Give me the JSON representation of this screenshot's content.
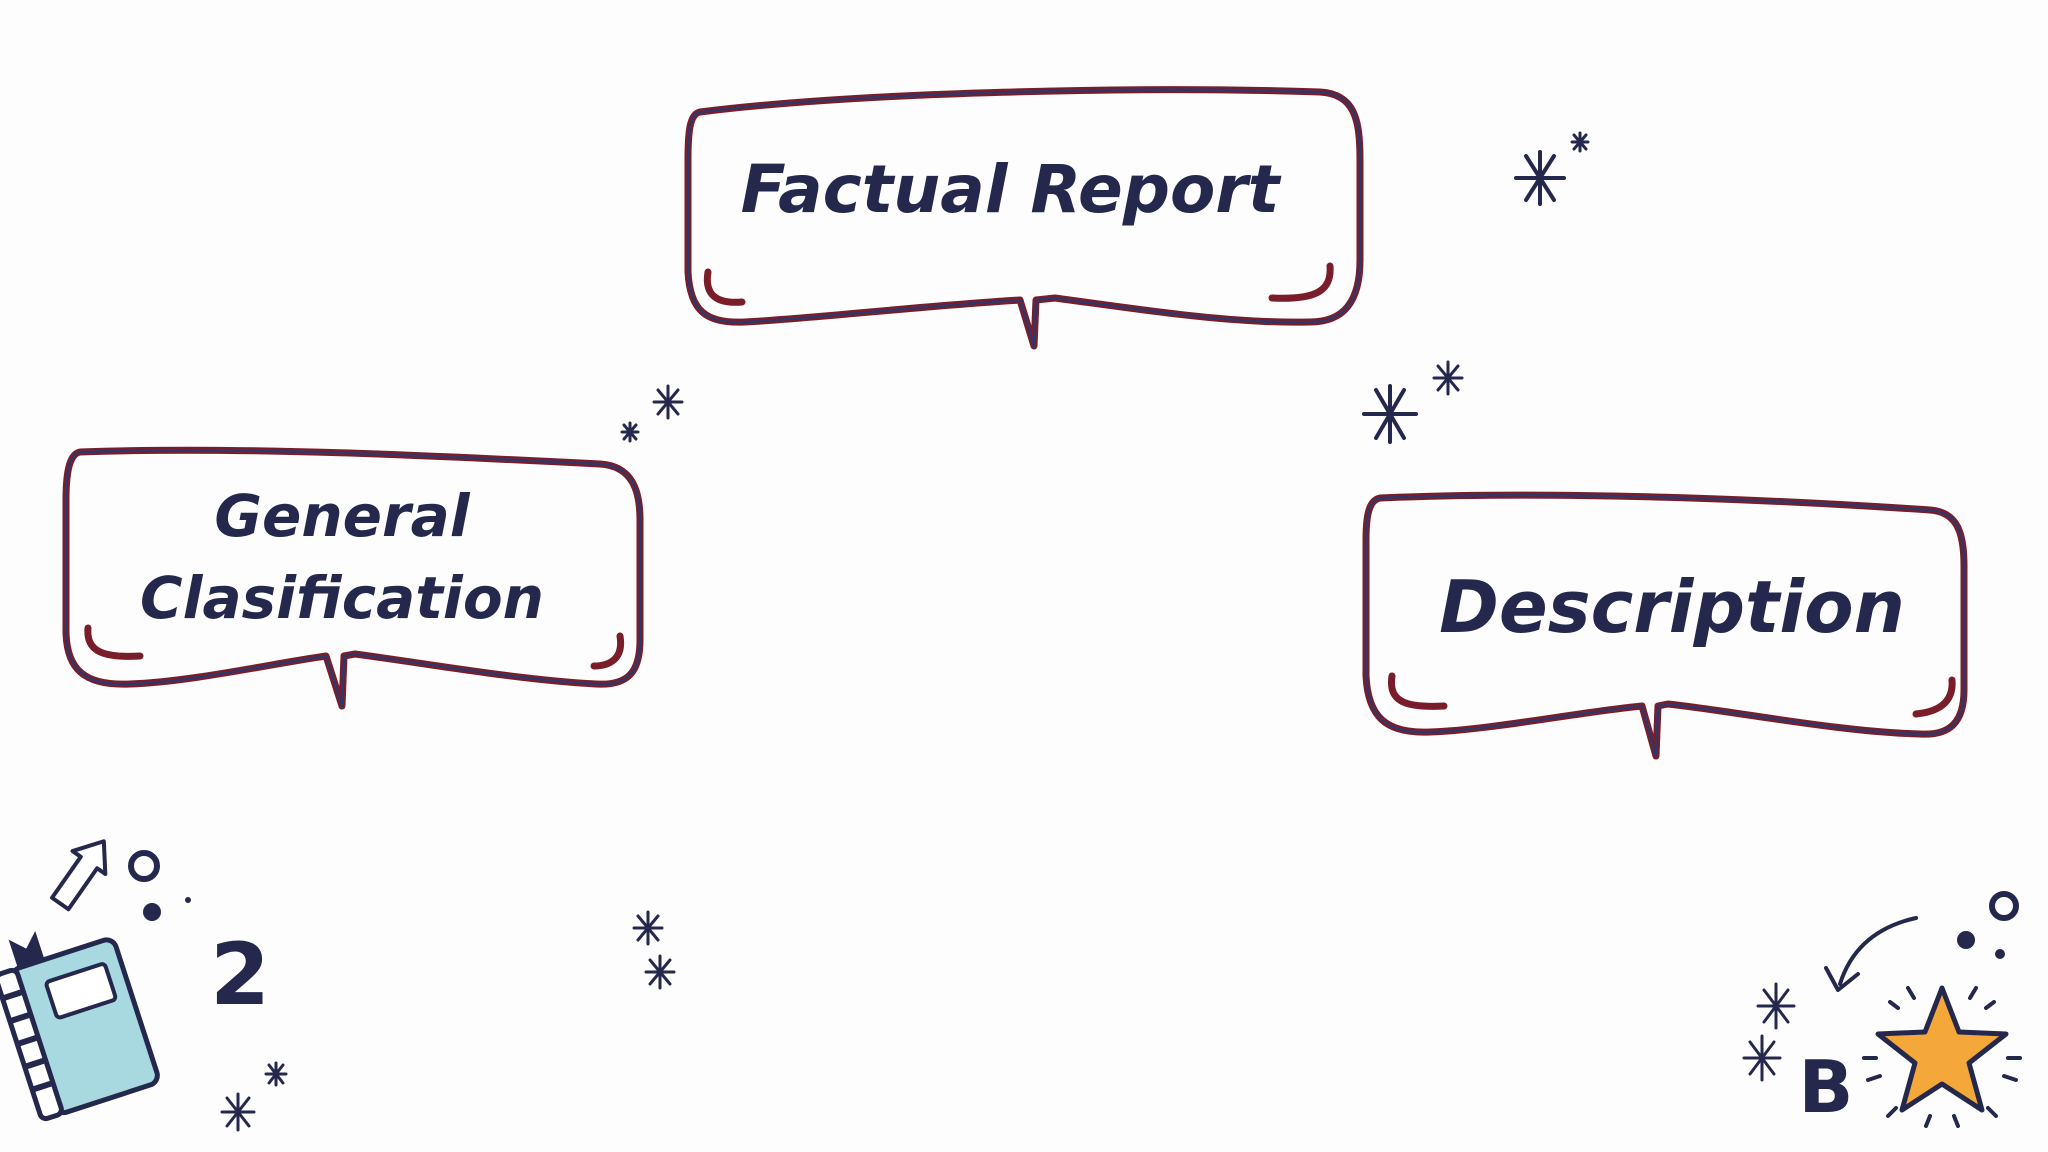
{
  "diagram": {
    "top_node": {
      "label": "Factual Report"
    },
    "left_node": {
      "line1": "General",
      "line2": "Clasification"
    },
    "right_node": {
      "label": "Description"
    }
  },
  "decorations": {
    "bottom_left_glyph": "2",
    "bottom_right_glyph": "B",
    "colors": {
      "outline": "#7a1d2b",
      "ink": "#24284d",
      "book": "#a8d8e0",
      "star": "#f5a83a"
    }
  }
}
